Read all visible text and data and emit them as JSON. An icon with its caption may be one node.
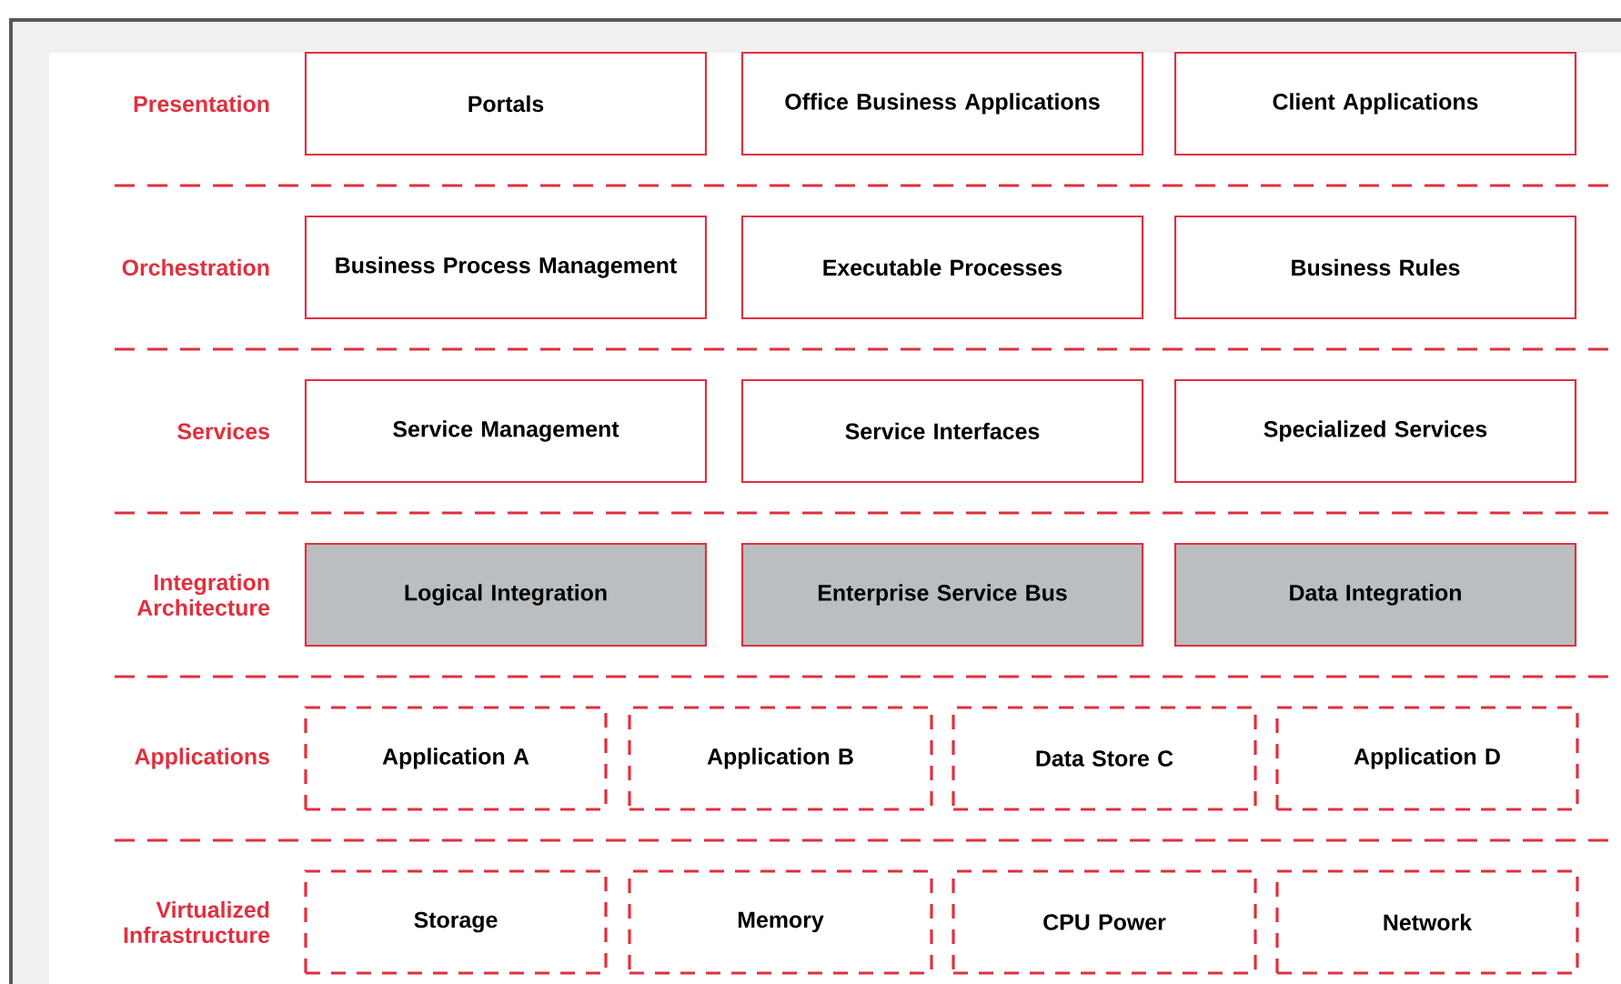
{
  "diagram": {
    "nodes": [
      {
        "text": [
          "Portals"
        ]
      },
      {
        "text": [
          "Office Business Applications"
        ]
      },
      {
        "text": [
          "Client Applications"
        ]
      },
      {
        "text": [
          "Business Process Management"
        ]
      },
      {
        "text": [
          "Executable Processes"
        ]
      },
      {
        "text": [
          "Business Rules"
        ]
      },
      {
        "text": [
          "Service Management"
        ]
      },
      {
        "text": [
          "Service Interfaces"
        ]
      },
      {
        "text": [
          "Specialized Services"
        ]
      },
      {
        "text": [
          "Logical Integration"
        ]
      },
      {
        "text": [
          "Enterprise Service Bus"
        ]
      },
      {
        "text": [
          "Data Integration"
        ]
      },
      {
        "text": [
          "Application  A"
        ]
      },
      {
        "text": [
          "Application  B"
        ]
      },
      {
        "text": [
          "Data Store C"
        ]
      },
      {
        "text": [
          "Application  D"
        ]
      },
      {
        "text": [
          "Storage"
        ]
      },
      {
        "text": [
          "Memory"
        ]
      },
      {
        "text": [
          "CPU Power"
        ]
      },
      {
        "text": [
          "Network"
        ]
      }
    ],
    "labels": [
      "Presentation",
      "Orchestration",
      "Services",
      "Integration Architecture",
      "Applications",
      "Virtualized Infrastructure"
    ]
  }
}
